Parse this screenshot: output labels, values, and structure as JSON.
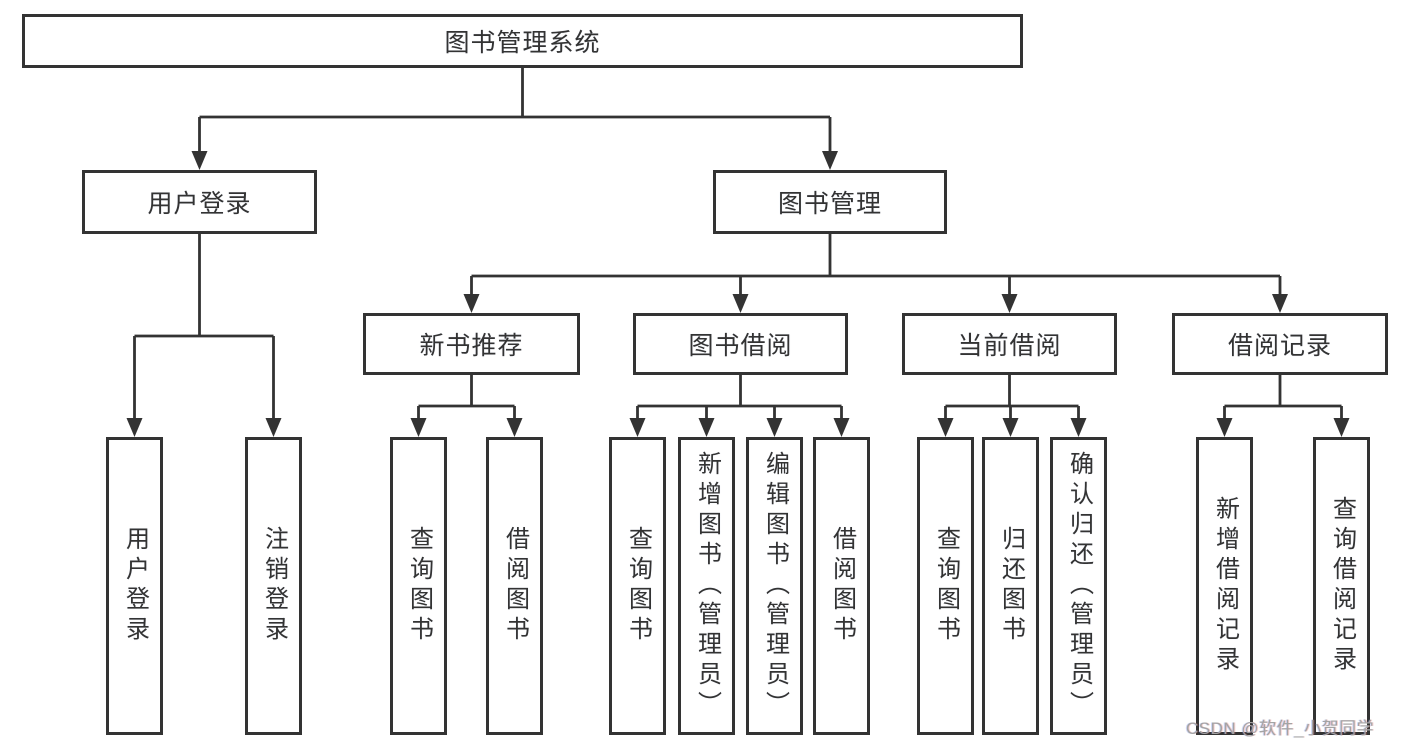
{
  "diagram": {
    "type": "tree",
    "root": {
      "label": "图书管理系统"
    },
    "branches": [
      {
        "label": "用户登录",
        "children": [
          {
            "label": "用户登录"
          },
          {
            "label": "注销登录"
          }
        ]
      },
      {
        "label": "图书管理",
        "children": [
          {
            "label": "新书推荐",
            "children": [
              {
                "label": "查询图书"
              },
              {
                "label": "借阅图书"
              }
            ]
          },
          {
            "label": "图书借阅",
            "children": [
              {
                "label": "查询图书"
              },
              {
                "label": "新增图书（管理员）"
              },
              {
                "label": "编辑图书（管理员）"
              },
              {
                "label": "借阅图书"
              }
            ]
          },
          {
            "label": "当前借阅",
            "children": [
              {
                "label": "查询图书"
              },
              {
                "label": "归还图书"
              },
              {
                "label": "确认归还（管理员）"
              }
            ]
          },
          {
            "label": "借阅记录",
            "children": [
              {
                "label": "新增借阅记录"
              },
              {
                "label": "查询借阅记录"
              }
            ]
          }
        ]
      }
    ],
    "colors": {
      "line": "#333333",
      "box_border": "#333333",
      "text": "#333333",
      "box_background": "#ffffff",
      "page_background": "#ffffff",
      "watermark": "#a4a4a4"
    }
  },
  "watermark": {
    "text": "CSDN @软件_小贺同学"
  }
}
